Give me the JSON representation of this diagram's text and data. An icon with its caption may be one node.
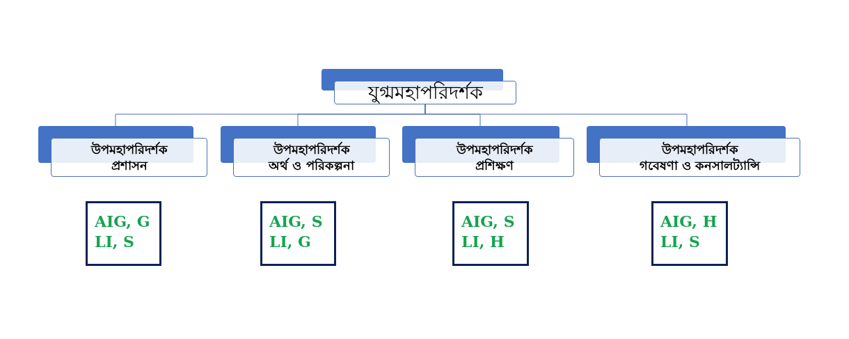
{
  "diagram": {
    "nodes": [
      {
        "text": [
          "যুগ্মমহাপরিদর্শক"
        ]
      },
      {
        "text": [
          "উপমহাপরিদর্শক",
          "প্রশাসন"
        ]
      },
      {
        "text": [
          "উপমহাপরিদর্শক",
          "অর্থ ও পরিকল্পনা"
        ]
      },
      {
        "text": [
          "উপমহাপরিদর্শক",
          "প্রশিক্ষণ"
        ]
      },
      {
        "text": [
          "উপমহাপরিদর্শক",
          "গবেষণা ও কনসালট্যান্সি"
        ]
      },
      {
        "text": [
          "AIG, G LI, S"
        ]
      },
      {
        "text": [
          "AIG, S LI, G"
        ]
      },
      {
        "text": [
          "AIG, S LI, H"
        ]
      },
      {
        "text": [
          "AIG, H LI, S"
        ]
      }
    ],
    "edges": [
      {
        "from": 0,
        "to": 1,
        "arrow": "none"
      },
      {
        "from": 0,
        "to": 2,
        "arrow": "none"
      },
      {
        "from": 0,
        "to": 3,
        "arrow": "none"
      },
      {
        "from": 0,
        "to": 4,
        "arrow": "none"
      }
    ]
  }
}
